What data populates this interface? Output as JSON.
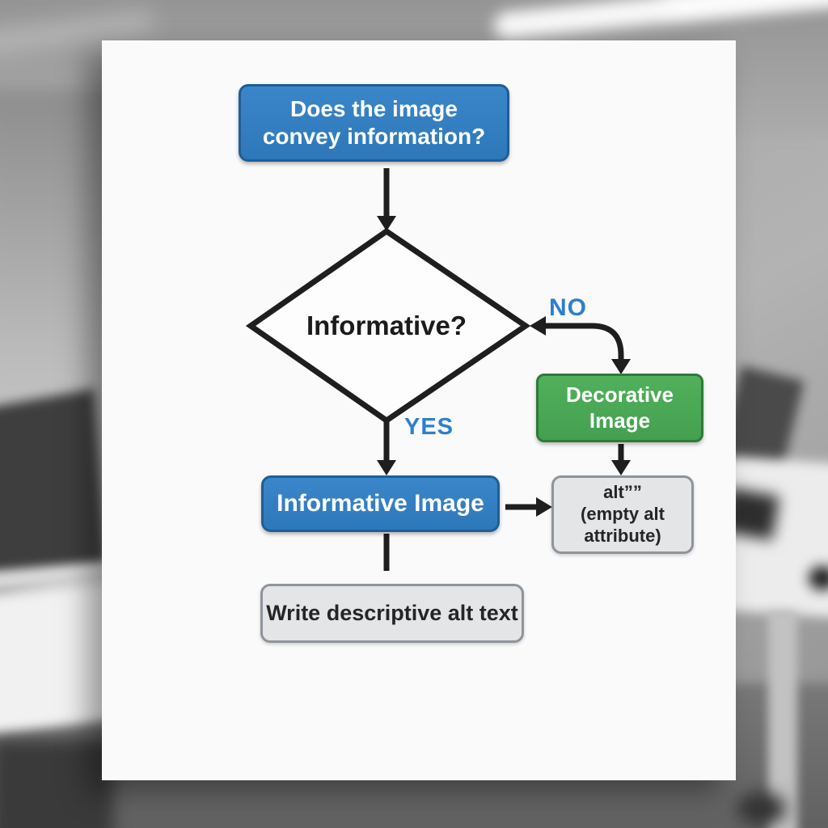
{
  "flowchart": {
    "start": {
      "label": "Does the image convey information?"
    },
    "decision": {
      "label": "Informative?"
    },
    "edges": {
      "no_label": "NO",
      "yes_label": "YES"
    },
    "decorative": {
      "label": "Decorative Image"
    },
    "informative": {
      "label": "Informative Image"
    },
    "empty_alt": {
      "line1": "alt””",
      "line2": "(empty alt attribute)"
    },
    "write_alt": {
      "label": "Write descriptive alt text"
    }
  },
  "colors": {
    "blue_fill": "#2E78B9",
    "blue_fill_light": "#3A86C9",
    "blue_border": "#1E5E96",
    "green_fill": "#44A050",
    "green_fill_light": "#51B05B",
    "green_border": "#2F7A38",
    "gray_fill": "#E4E5E7",
    "gray_border": "#8E949A",
    "label_blue": "#2E7FCC",
    "arrow": "#1E1E1E",
    "diamond_fill": "#FDFDFD",
    "card_bg": "#FAFAFA"
  }
}
